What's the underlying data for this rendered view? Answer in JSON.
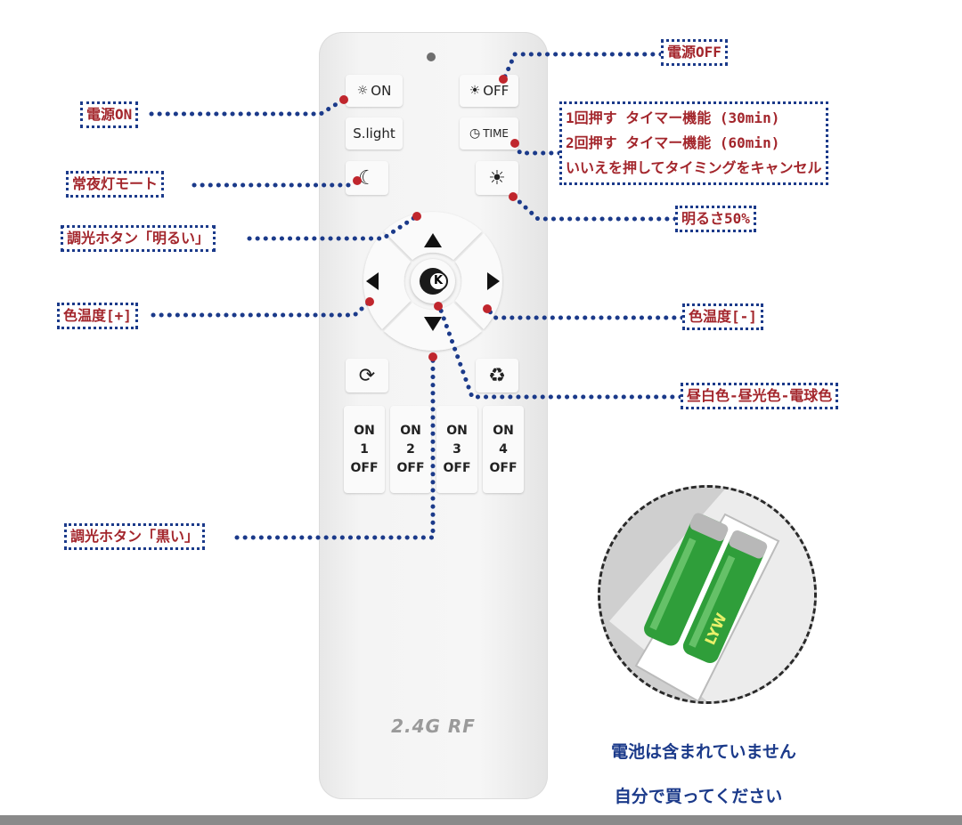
{
  "remote": {
    "buttons": {
      "on": "ON",
      "off": "OFF",
      "slight": "S.light",
      "time": "TIME",
      "num1": [
        "ON",
        "1",
        "OFF"
      ],
      "num2": [
        "ON",
        "2",
        "OFF"
      ],
      "num3": [
        "ON",
        "3",
        "OFF"
      ],
      "num4": [
        "ON",
        "4",
        "OFF"
      ],
      "k": "K"
    },
    "brand": "2.4G RF",
    "icons": {
      "on": "sun-outline-icon",
      "off": "sun-filled-icon",
      "time": "clock-icon",
      "night": "moon-star-icon",
      "brightness50": "half-sun-icon",
      "up": "triangle-up-icon",
      "down": "triangle-down-icon",
      "left": "triangle-left-icon",
      "right": "triangle-right-icon",
      "cycle": "cycle-icon",
      "recycle": "recycle-icon",
      "color_temp": "color-temperature-k-icon"
    }
  },
  "labels": {
    "power_off": "電源OFF",
    "power_on": "電源ON",
    "timer_line1": "1回押す タイマー機能 (30min)",
    "timer_line2": "2回押す タイマー機能 (60min)",
    "timer_line3": "いいえを押してタイミングをキャンセル",
    "night_mode": "常夜灯モート",
    "brightness50": "明るさ50%",
    "dim_bright": "調光ホタン「明るい」",
    "color_temp_plus": "色温度[+]",
    "color_temp_minus": "色温度[-]",
    "color_cycle": "昼白色-昼光色-電球色",
    "dim_dark": "調光ホタン「黒い」"
  },
  "battery": {
    "brand_text": "LYW",
    "note_line1": "電池は含まれていません",
    "note_line2": "自分で買ってください"
  },
  "colors": {
    "label_text": "#a3262c",
    "dotted_line": "#1b3a8a",
    "marker_dot": "#c0262d",
    "battery_green": "#2f9e3a"
  }
}
